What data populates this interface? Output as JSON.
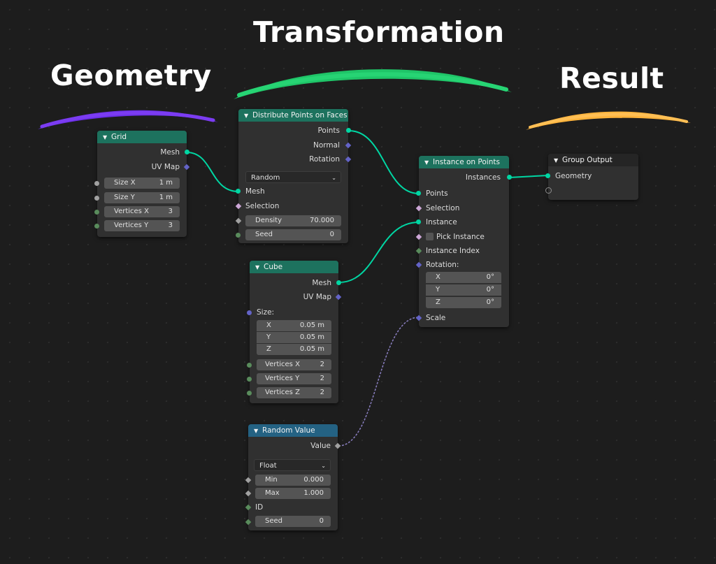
{
  "headings": {
    "geometry": "Geometry",
    "transformation": "Transformation",
    "result": "Result"
  },
  "colors": {
    "geometry_stroke": "#6b2ee8",
    "transformation_stroke": "#1fc568",
    "result_stroke": "#ffb43c",
    "geometry_socket": "#00d6a3",
    "vector_socket": "#6363c7",
    "float_socket": "#a1a1a1",
    "int_socket": "#598c5c",
    "field_socket": "#cca6d6"
  },
  "nodes": {
    "grid": {
      "title": "Grid",
      "outputs": [
        "Mesh",
        "UV Map"
      ],
      "fields": [
        {
          "label": "Size X",
          "value": "1 m"
        },
        {
          "label": "Size Y",
          "value": "1 m"
        },
        {
          "label": "Vertices X",
          "value": "3"
        },
        {
          "label": "Vertices Y",
          "value": "3"
        }
      ]
    },
    "distribute": {
      "title": "Distribute Points on Faces",
      "outputs": [
        "Points",
        "Normal",
        "Rotation"
      ],
      "mode": "Random",
      "inputs": [
        "Mesh",
        "Selection"
      ],
      "fields": [
        {
          "label": "Density",
          "value": "70.000"
        },
        {
          "label": "Seed",
          "value": "0"
        }
      ]
    },
    "cube": {
      "title": "Cube",
      "outputs": [
        "Mesh",
        "UV Map"
      ],
      "size_label": "Size:",
      "size": [
        {
          "label": "X",
          "value": "0.05 m"
        },
        {
          "label": "Y",
          "value": "0.05 m"
        },
        {
          "label": "Z",
          "value": "0.05 m"
        }
      ],
      "fields": [
        {
          "label": "Vertices X",
          "value": "2"
        },
        {
          "label": "Vertices Y",
          "value": "2"
        },
        {
          "label": "Vertices Z",
          "value": "2"
        }
      ]
    },
    "random_value": {
      "title": "Random Value",
      "output": "Value",
      "type": "Float",
      "fields": [
        {
          "label": "Min",
          "value": "0.000"
        },
        {
          "label": "Max",
          "value": "1.000"
        }
      ],
      "id_label": "ID",
      "seed": {
        "label": "Seed",
        "value": "0"
      }
    },
    "instance_on_points": {
      "title": "Instance on Points",
      "output": "Instances",
      "inputs": [
        "Points",
        "Selection",
        "Instance"
      ],
      "pick_instance": "Pick Instance",
      "instance_index": "Instance Index",
      "rotation_label": "Rotation:",
      "rotation": [
        {
          "label": "X",
          "value": "0°"
        },
        {
          "label": "Y",
          "value": "0°"
        },
        {
          "label": "Z",
          "value": "0°"
        }
      ],
      "scale": "Scale"
    },
    "group_output": {
      "title": "Group Output",
      "input": "Geometry"
    }
  }
}
